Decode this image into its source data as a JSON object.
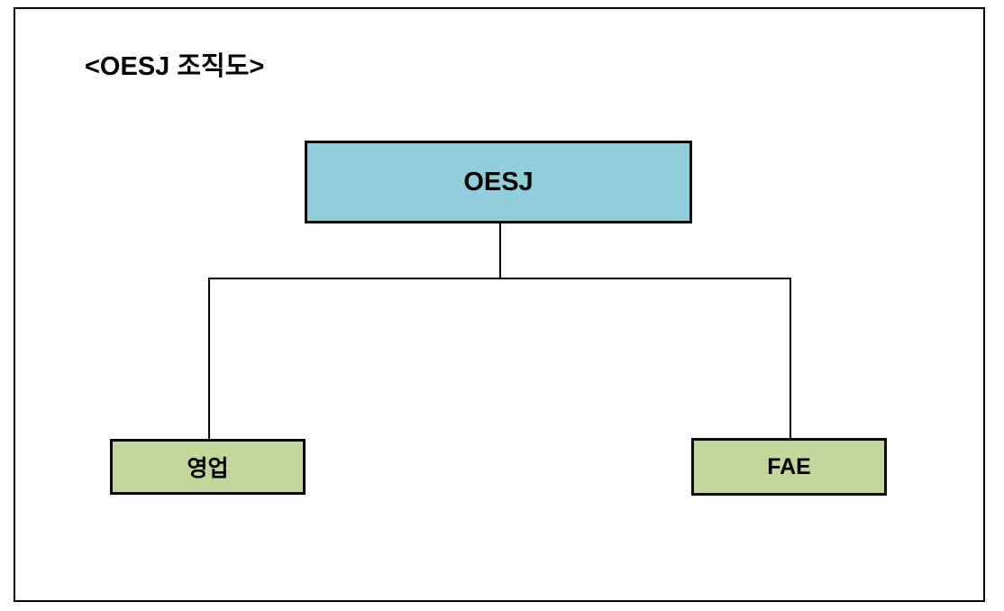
{
  "diagram": {
    "title": "<OESJ 조직도>",
    "type": "org-chart",
    "root": {
      "label": "OESJ",
      "fill": "#92CDDC"
    },
    "children": [
      {
        "label": "영업",
        "fill": "#C3D69B"
      },
      {
        "label": "FAE",
        "fill": "#C3D69B"
      }
    ],
    "colors": {
      "background": "#FFFFFF",
      "frame_border": "#000000",
      "node_border": "#0A0A0A",
      "connector_line": "#000000",
      "text": "#000000"
    }
  }
}
